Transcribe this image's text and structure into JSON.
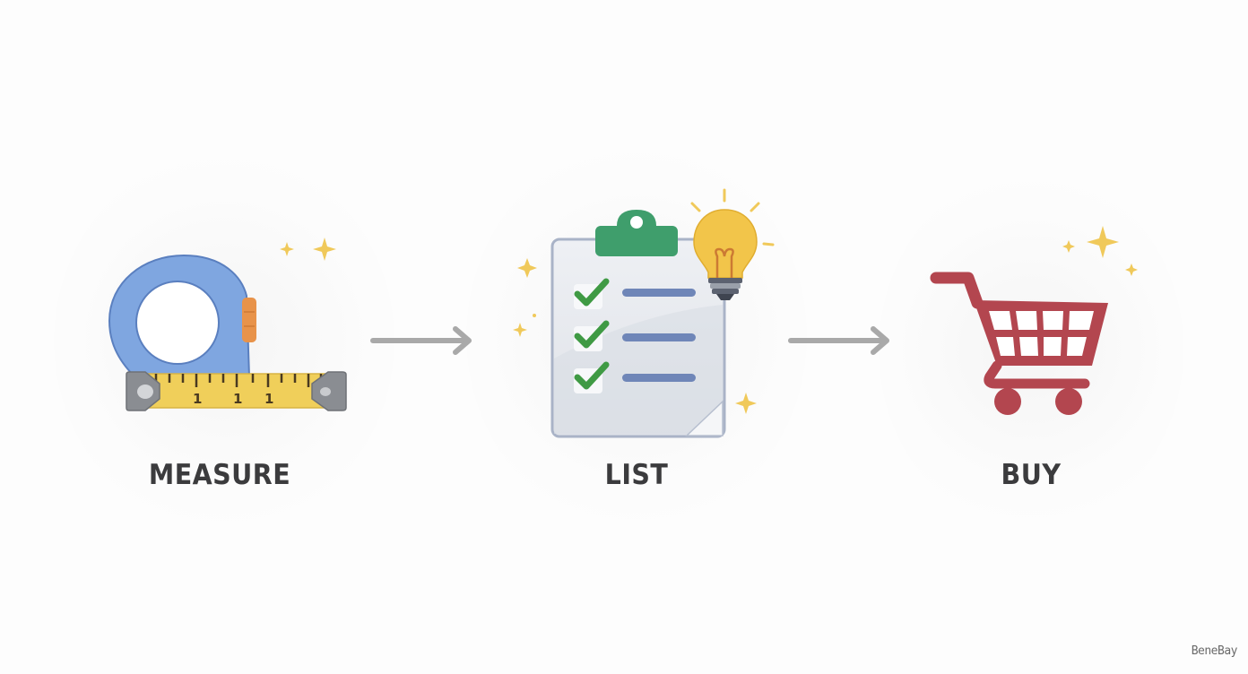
{
  "diagram": {
    "type": "process-flow",
    "direction": "left-to-right",
    "steps": [
      {
        "label": "MEASURE",
        "icon": "tape-measure-icon",
        "accent": "#7fa6e0",
        "tape_color": "#f0cf5a",
        "tape_numbers": [
          "1",
          "1",
          "1"
        ]
      },
      {
        "label": "LIST",
        "icon": "checklist-clipboard-icon",
        "accent": "#4caf50",
        "clip_color": "#3f9e6c",
        "bulb_color": "#f2c54a",
        "checked_items": 3
      },
      {
        "label": "BUY",
        "icon": "shopping-cart-icon",
        "accent": "#b3464f"
      }
    ],
    "connectors": [
      {
        "from": "MEASURE",
        "to": "LIST",
        "icon": "arrow-right-icon",
        "color": "#a9a9a9"
      },
      {
        "from": "LIST",
        "to": "BUY",
        "icon": "arrow-right-icon",
        "color": "#a9a9a9"
      }
    ],
    "decorations": {
      "sparkle_color": "#f0c95a"
    }
  },
  "watermark": {
    "text": "BeneBay"
  }
}
